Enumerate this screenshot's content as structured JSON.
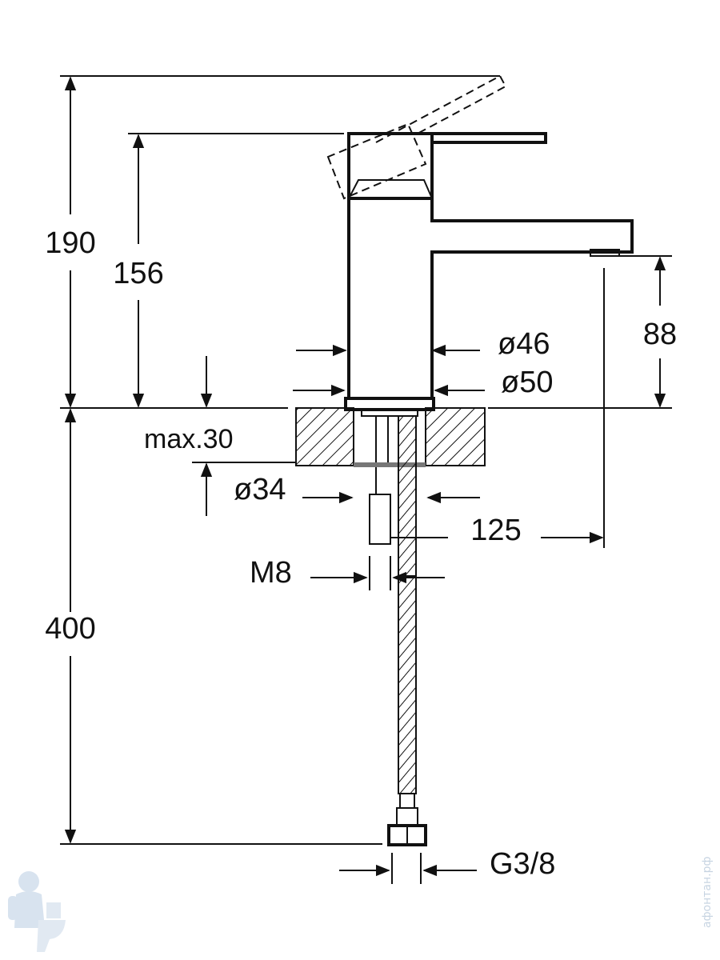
{
  "drawing": {
    "dimensions": {
      "total_height": "190",
      "lever_height": "156",
      "spout_clearance": "88",
      "max_thickness": "max.30",
      "body_diameter_upper": "ø46",
      "body_diameter_lower": "ø50",
      "hole_diameter": "ø34",
      "spout_reach": "125",
      "stud_thread": "M8",
      "hose_length": "400",
      "connection_thread": "G3/8"
    },
    "watermark": {
      "site_text": "афонтан.рф",
      "logo_icon": "plumber-mascot-icon"
    }
  }
}
